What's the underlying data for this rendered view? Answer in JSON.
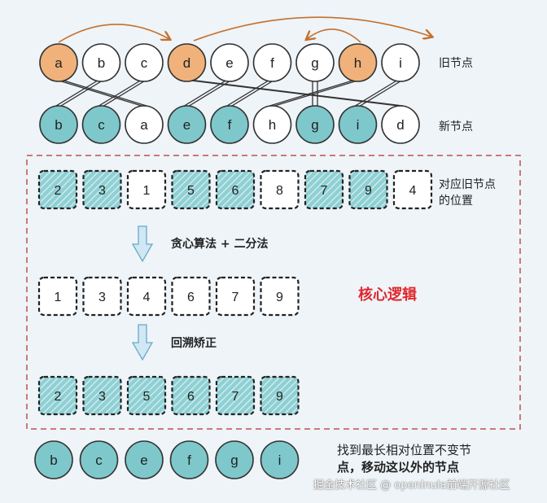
{
  "colors": {
    "orange": "#f0b27a",
    "teal": "#7ec8cc",
    "white": "#ffffff",
    "stroke": "#333333",
    "dashed_box": "#c0504d",
    "core_label": "#e0282e",
    "arrow_fill": "#cfe8f3",
    "arrow_stroke": "#6aa9c9"
  },
  "old_nodes": {
    "label": "旧节点",
    "items": [
      {
        "text": "a",
        "fill": "orange"
      },
      {
        "text": "b",
        "fill": "white"
      },
      {
        "text": "c",
        "fill": "white"
      },
      {
        "text": "d",
        "fill": "orange"
      },
      {
        "text": "e",
        "fill": "white"
      },
      {
        "text": "f",
        "fill": "white"
      },
      {
        "text": "g",
        "fill": "white"
      },
      {
        "text": "h",
        "fill": "orange"
      },
      {
        "text": "i",
        "fill": "white"
      }
    ]
  },
  "new_nodes": {
    "label": "新节点",
    "items": [
      {
        "text": "b",
        "fill": "teal"
      },
      {
        "text": "c",
        "fill": "teal"
      },
      {
        "text": "a",
        "fill": "white"
      },
      {
        "text": "e",
        "fill": "teal"
      },
      {
        "text": "f",
        "fill": "teal"
      },
      {
        "text": "h",
        "fill": "white"
      },
      {
        "text": "g",
        "fill": "teal"
      },
      {
        "text": "i",
        "fill": "teal"
      },
      {
        "text": "d",
        "fill": "white"
      }
    ]
  },
  "positions": {
    "label_line1": "对应旧节点",
    "label_line2": "的位置",
    "items": [
      {
        "text": "2",
        "hatched": true
      },
      {
        "text": "3",
        "hatched": true
      },
      {
        "text": "1",
        "hatched": false
      },
      {
        "text": "5",
        "hatched": true
      },
      {
        "text": "6",
        "hatched": true
      },
      {
        "text": "8",
        "hatched": false
      },
      {
        "text": "7",
        "hatched": true
      },
      {
        "text": "9",
        "hatched": true
      },
      {
        "text": "4",
        "hatched": false
      }
    ]
  },
  "step1_label": "贪心算法 + 二分法",
  "greedy": {
    "items": [
      {
        "text": "1",
        "hatched": false
      },
      {
        "text": "3",
        "hatched": false
      },
      {
        "text": "4",
        "hatched": false
      },
      {
        "text": "6",
        "hatched": false
      },
      {
        "text": "7",
        "hatched": false
      },
      {
        "text": "9",
        "hatched": false
      }
    ]
  },
  "core_label": "核心逻辑",
  "step2_label": "回溯矫正",
  "corrected": {
    "items": [
      {
        "text": "2",
        "hatched": true
      },
      {
        "text": "3",
        "hatched": true
      },
      {
        "text": "5",
        "hatched": true
      },
      {
        "text": "6",
        "hatched": true
      },
      {
        "text": "7",
        "hatched": true
      },
      {
        "text": "9",
        "hatched": true
      }
    ]
  },
  "final_nodes": {
    "items": [
      {
        "text": "b",
        "fill": "teal"
      },
      {
        "text": "c",
        "fill": "teal"
      },
      {
        "text": "e",
        "fill": "teal"
      },
      {
        "text": "f",
        "fill": "teal"
      },
      {
        "text": "g",
        "fill": "teal"
      },
      {
        "text": "i",
        "fill": "teal"
      }
    ]
  },
  "bottom_note_line1": "找到最长相对位置不变节",
  "bottom_note_line2": "点，移动这以外的节点",
  "watermark": "掘金技术社区 @ openInula前端开源社区"
}
